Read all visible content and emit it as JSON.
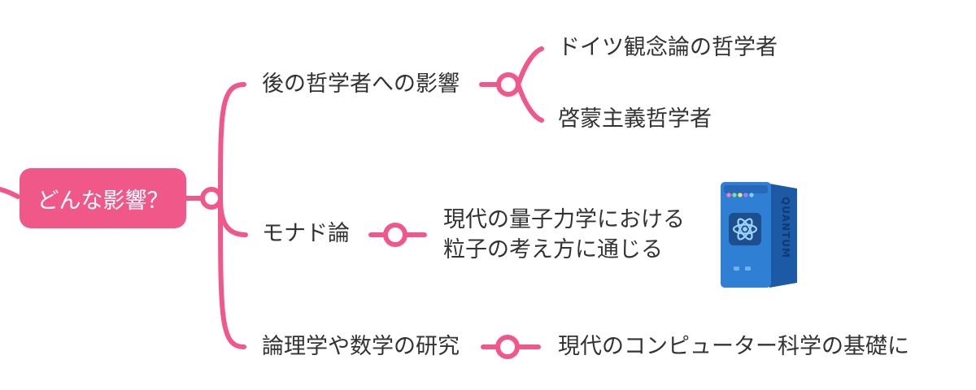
{
  "colors": {
    "accent": "#f0588a",
    "text": "#333333",
    "device_blue": "#2f7fd4",
    "device_dark": "#1c5aa6"
  },
  "root": {
    "label": "どんな影響？"
  },
  "branches": [
    {
      "label": "後の哲学者への影響",
      "children": [
        "ドイツ観念論の哲学者",
        "啓蒙主義哲学者"
      ]
    },
    {
      "label": "モナド論",
      "children": [
        [
          "現代の量子力学における",
          "粒子の考え方に通じる"
        ]
      ]
    },
    {
      "label": "論理学や数学の研究",
      "children": [
        "現代のコンピューター科学の基礎に"
      ]
    }
  ],
  "illustration": {
    "text": "QUANTUM",
    "icon": "atom-icon"
  }
}
